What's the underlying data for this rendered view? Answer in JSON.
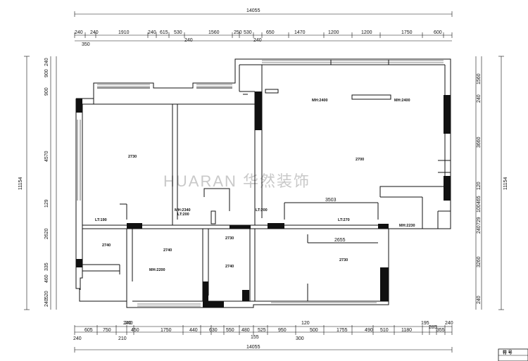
{
  "watermark": "HUARAN 华然装饰",
  "title_block": {
    "label": "符 号"
  },
  "dims": {
    "top_total": "14055",
    "top_row": [
      "240",
      "240",
      "1910",
      "240",
      "615",
      "530",
      "1560",
      "250",
      "530",
      "650",
      "1470",
      "1200",
      "1200",
      "1750",
      "600"
    ],
    "top_sub": [
      "350",
      "240",
      "240"
    ],
    "bottom_total": "14055",
    "bottom_row": [
      "605",
      "750",
      "240",
      "450",
      "1750",
      "440",
      "630",
      "550",
      "480",
      "525",
      "950",
      "500",
      "1755",
      "490",
      "510",
      "1180",
      "195",
      "285",
      "355",
      "240"
    ],
    "bottom_sub": [
      "240",
      "210",
      "240",
      "155",
      "120",
      "300"
    ],
    "left_total": "11154",
    "left_col": [
      "240",
      "900",
      "900",
      "4570",
      "129",
      "2620",
      "335",
      "460",
      "520",
      "240"
    ],
    "right_total": "11154",
    "right_col": [
      "1560",
      "240",
      "3660",
      "120",
      "465",
      "100",
      "729",
      "240",
      "3260",
      "240"
    ]
  },
  "rooms": {
    "r1": "2730",
    "r2": "2700",
    "r3": "2740",
    "r4": "2740",
    "r5": "2730",
    "r6": "2740",
    "r7": "2730",
    "mh_a": "MH:2400",
    "mh_b": "MH:2400",
    "mh_c": "MH:2340",
    "lt_c": "LT:200",
    "lt_b": "LT:200",
    "lt_d": "LT:270",
    "mh_d": "MH:2230",
    "lt_a": "LT:190",
    "mh_e": "MH:2200",
    "inner_dim1": "3503",
    "inner_dim2": "2655"
  }
}
